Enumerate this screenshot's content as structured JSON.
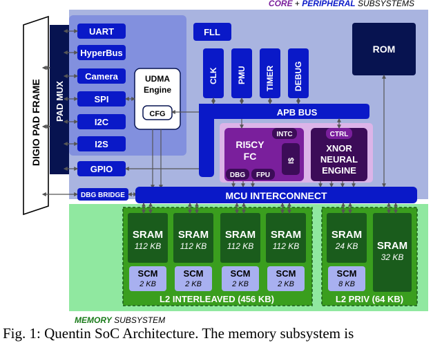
{
  "title_top": {
    "core": "CORE",
    "plus": "+",
    "peripheral": "PERIPHERAL",
    "subsystems": "SUBSYSTEMS"
  },
  "title_bottom": {
    "memory": "MEMORY",
    "subsystem": "SUBSYSTEM"
  },
  "pad_frame": "DIGIO PAD FRAME",
  "pad_mux": "PAD MUX",
  "peripherals": [
    "UART",
    "HyperBus",
    "Camera",
    "SPI",
    "I2C",
    "I2S"
  ],
  "gpio": "GPIO",
  "dbg_bridge": "DBG BRIDGE",
  "udma": {
    "line1": "UDMA",
    "line2": "Engine",
    "cfg": "CFG"
  },
  "fll": "FLL",
  "apb_peripherals": [
    "CLK",
    "PMU",
    "TIMER",
    "DEBUG"
  ],
  "rom": "ROM",
  "apb_bus": "APB BUS",
  "fc": {
    "line1": "RI5CY",
    "line2": "FC",
    "intc": "INTC",
    "dbg": "DBG",
    "fpu": "FPU",
    "cache": "I$"
  },
  "xnor": {
    "ctrl": "CTRL",
    "line1": "XNOR",
    "line2": "NEURAL",
    "line3": "ENGINE"
  },
  "mcu_interconnect": "MCU INTERCONNECT",
  "interleaved_banks": [
    {
      "sram": "SRAM",
      "sram_size": "112 KB",
      "scm": "SCM",
      "scm_size": "2 KB"
    },
    {
      "sram": "SRAM",
      "sram_size": "112 KB",
      "scm": "SCM",
      "scm_size": "2 KB"
    },
    {
      "sram": "SRAM",
      "sram_size": "112 KB",
      "scm": "SCM",
      "scm_size": "2 KB"
    },
    {
      "sram": "SRAM",
      "sram_size": "112 KB",
      "scm": "SCM",
      "scm_size": "2 KB"
    }
  ],
  "priv_bank": {
    "sram": "SRAM",
    "sram_size": "24 KB",
    "scm": "SCM",
    "scm_size": "8 KB"
  },
  "priv_sram": {
    "sram": "SRAM",
    "sram_size": "32 KB"
  },
  "l2_interleaved": "L2 INTERLEAVED (456 KB)",
  "l2_priv": "L2 PRIV (64 KB)",
  "caption": "Fig. 1: Quentin SoC Architecture. The memory subsystem is",
  "colors": {
    "core_bg": "#a9b4e0",
    "blue": "#0a19c8",
    "navy": "#071350",
    "purple_light": "#dcb4e8",
    "purple": "#7a1f9c",
    "purple_dark": "#3c0c58",
    "mem_bg": "#90e8a0",
    "green_dark": "#1a5c1c",
    "green": "#3a9e1e",
    "lavender": "#a8b0f0"
  }
}
